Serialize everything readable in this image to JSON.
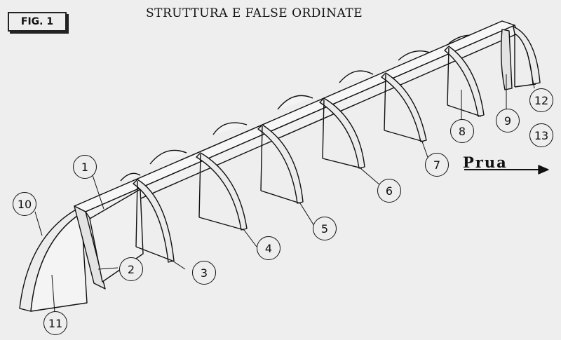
{
  "figure_label": "FIG. 1",
  "title": "STRUTTURA E FALSE ORDINATE",
  "direction_label": "Prua",
  "callouts": [
    "1",
    "2",
    "3",
    "4",
    "5",
    "6",
    "7",
    "8",
    "9",
    "10",
    "11",
    "12",
    "13"
  ],
  "colors": {
    "ink": "#111111",
    "paper": "#eeeeee",
    "shade": "#d9d9d9"
  }
}
